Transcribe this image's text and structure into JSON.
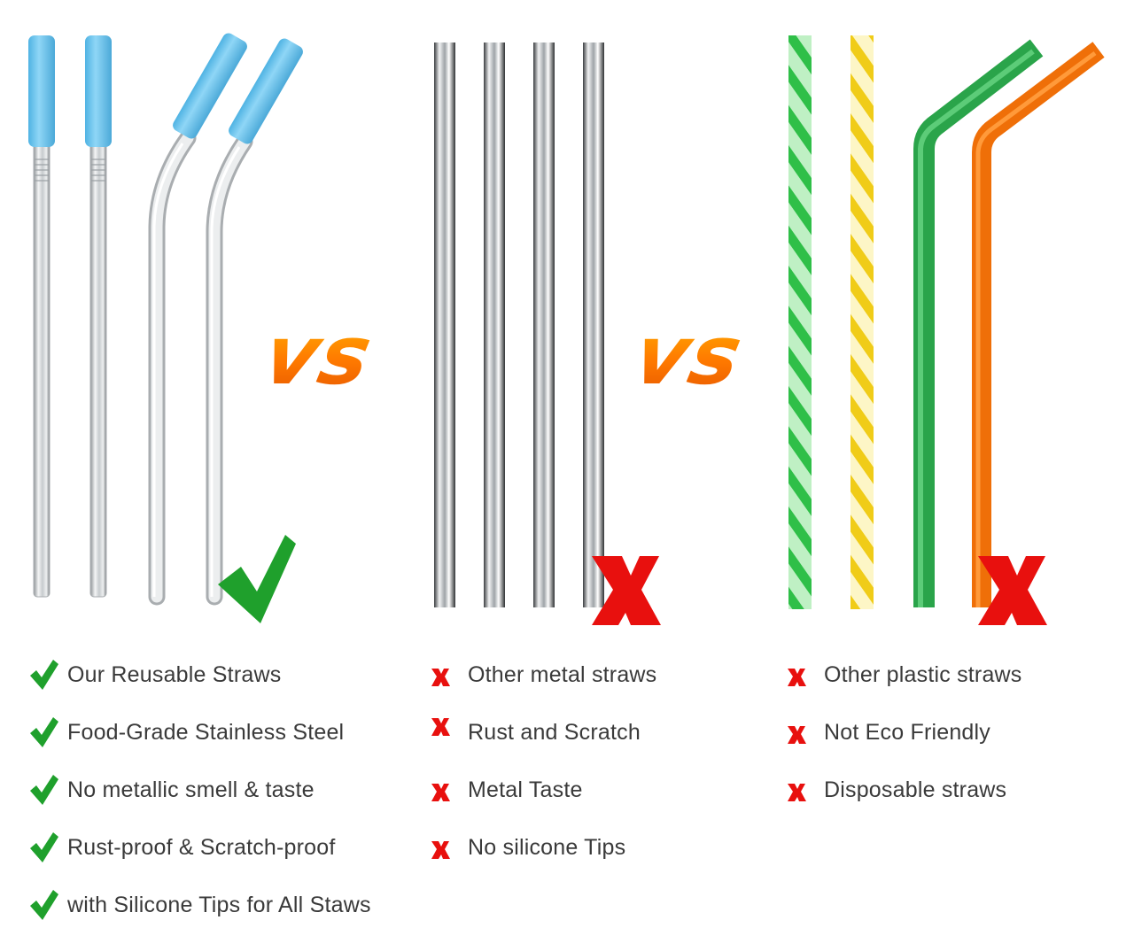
{
  "comparison_word": "vs",
  "columns": [
    {
      "status": "good",
      "items": [
        "Our Reusable Straws",
        "Food-Grade Stainless Steel",
        "No metallic smell & taste",
        "Rust-proof & Scratch-proof",
        "with Silicone Tips for All Staws"
      ]
    },
    {
      "status": "bad",
      "items": [
        "Other metal straws",
        "Rust and Scratch",
        "Metal Taste",
        "No silicone Tips"
      ]
    },
    {
      "status": "bad",
      "items": [
        "Other plastic straws",
        "Not Eco Friendly",
        "Disposable straws"
      ]
    }
  ],
  "colors": {
    "check": "#1fa02c",
    "cross": "#e8100e",
    "silicone_tip": "#6cc4ec",
    "steel": "#cfd2d4",
    "green_straw": "#30b454",
    "yellow_straw": "#f2d224",
    "orange_straw": "#f57a12",
    "vs_gradient": "#ff7a00"
  }
}
